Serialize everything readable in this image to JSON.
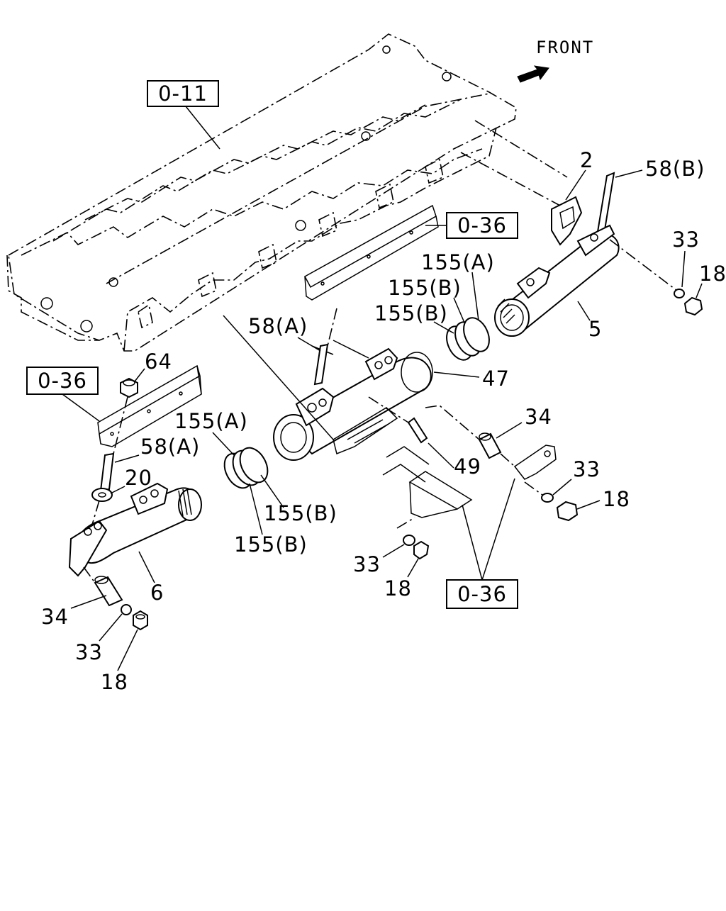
{
  "front_label": "FRONT",
  "refs": {
    "r0_11": "0-11",
    "r0_36_right": "0-36",
    "r0_36_left": "0-36",
    "r0_36_bottom": "0-36"
  },
  "labels": {
    "p2": "2",
    "p58B": "58(B)",
    "p33_right": "33",
    "p18_right": "18",
    "p5": "5",
    "p155A_top": "155(A)",
    "p155B_top1": "155(B)",
    "p155B_top2": "155(B)",
    "p58A_mid": "58(A)",
    "p47": "47",
    "p64": "64",
    "p58A_left": "58(A)",
    "p20": "20",
    "p155A_mid": "155(A)",
    "p155B_mid1": "155(B)",
    "p155B_mid2": "155(B)",
    "p34_right": "34",
    "p49": "49",
    "p33_mid": "33",
    "p18_mid": "18",
    "p33_low": "33",
    "p18_low": "18",
    "p6": "6",
    "p34_left": "34",
    "p33_left": "33",
    "p18_left": "18"
  }
}
